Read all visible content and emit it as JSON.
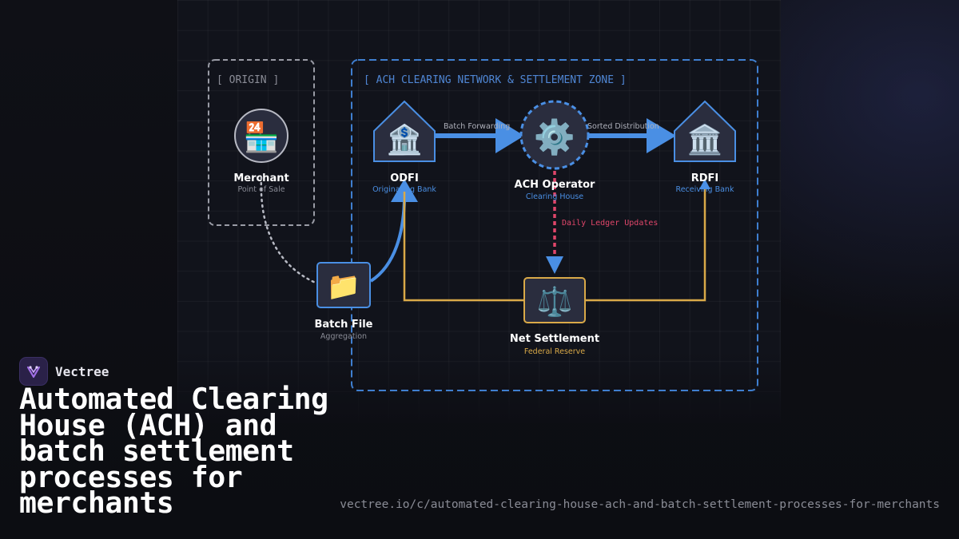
{
  "brand": {
    "name": "Vectree"
  },
  "headline": "Automated Clearing House (ACH) and batch settlement processes for merchants",
  "url": "vectree.io/c/automated-clearing-house-ach-and-batch-settlement-processes-for-merchants",
  "diagram": {
    "zones": {
      "origin": "[ ORIGIN ]",
      "ach": "[ ACH CLEARING NETWORK & SETTLEMENT ZONE ]"
    },
    "nodes": {
      "merchant": {
        "icon": "🏪",
        "icon_name": "store-icon",
        "title": "Merchant",
        "subtitle": "Point of Sale"
      },
      "odfi": {
        "icon": "🏦",
        "icon_name": "bank-icon",
        "title": "ODFI",
        "subtitle": "Originating Bank"
      },
      "operator": {
        "icon": "⚙️",
        "icon_name": "gear-icon",
        "title": "ACH Operator",
        "subtitle": "Clearing House"
      },
      "rdfi": {
        "icon": "🏛️",
        "icon_name": "classical-building-icon",
        "title": "RDFI",
        "subtitle": "Receiving Bank"
      },
      "batch": {
        "icon": "📁",
        "icon_name": "folder-icon",
        "title": "Batch File",
        "subtitle": "Aggregation"
      },
      "settlement": {
        "icon": "⚖️",
        "icon_name": "balance-scale-icon",
        "title": "Net Settlement",
        "subtitle": "Federal Reserve"
      }
    },
    "edges": {
      "batch_forwarding": "Batch Forwarding",
      "sorted_distribution": "Sorted Distribution",
      "daily_ledger": "Daily Ledger Updates"
    },
    "colors": {
      "blue": "#4a8fe4",
      "gold": "#d9a948",
      "pink": "#e0466a",
      "origin_gray": "#9a9ca6",
      "node_fill": "#2a2d3e"
    }
  }
}
